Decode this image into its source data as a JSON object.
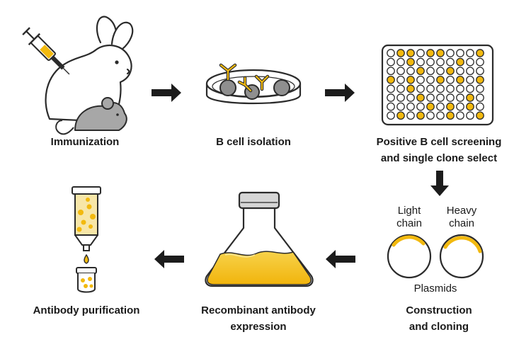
{
  "steps": {
    "immunization": "Immunization",
    "b_cell_isolation": "B cell isolation",
    "screening_line1": "Positive B cell screening",
    "screening_line2": "and single clone select",
    "construction_line1": "Construction",
    "construction_line2": "and cloning",
    "expression_line1": "Recombinant antibody",
    "expression_line2": "expression",
    "purification": "Antibody purification"
  },
  "plasmids": {
    "light_line1": "Light",
    "light_line2": "chain",
    "heavy_line1": "Heavy",
    "heavy_line2": "chain",
    "caption": "Plasmids"
  },
  "plate": {
    "rows": 8,
    "cols": 10,
    "filled_wells": [
      [
        0,
        1
      ],
      [
        0,
        2
      ],
      [
        0,
        4
      ],
      [
        0,
        5
      ],
      [
        0,
        9
      ],
      [
        1,
        2
      ],
      [
        1,
        7
      ],
      [
        2,
        3
      ],
      [
        2,
        6
      ],
      [
        3,
        0
      ],
      [
        3,
        2
      ],
      [
        3,
        5
      ],
      [
        3,
        7
      ],
      [
        3,
        9
      ],
      [
        4,
        2
      ],
      [
        5,
        3
      ],
      [
        5,
        8
      ],
      [
        6,
        4
      ],
      [
        6,
        6
      ],
      [
        6,
        8
      ],
      [
        7,
        1
      ],
      [
        7,
        3
      ],
      [
        7,
        6
      ],
      [
        7,
        9
      ]
    ]
  },
  "colors": {
    "accent_yellow": "#f2b90f",
    "outline": "#2b2b2b",
    "mouse_gray": "#a7a7a7",
    "cell_gray": "#8f8f8f",
    "arrow": "#1c1c1c"
  }
}
